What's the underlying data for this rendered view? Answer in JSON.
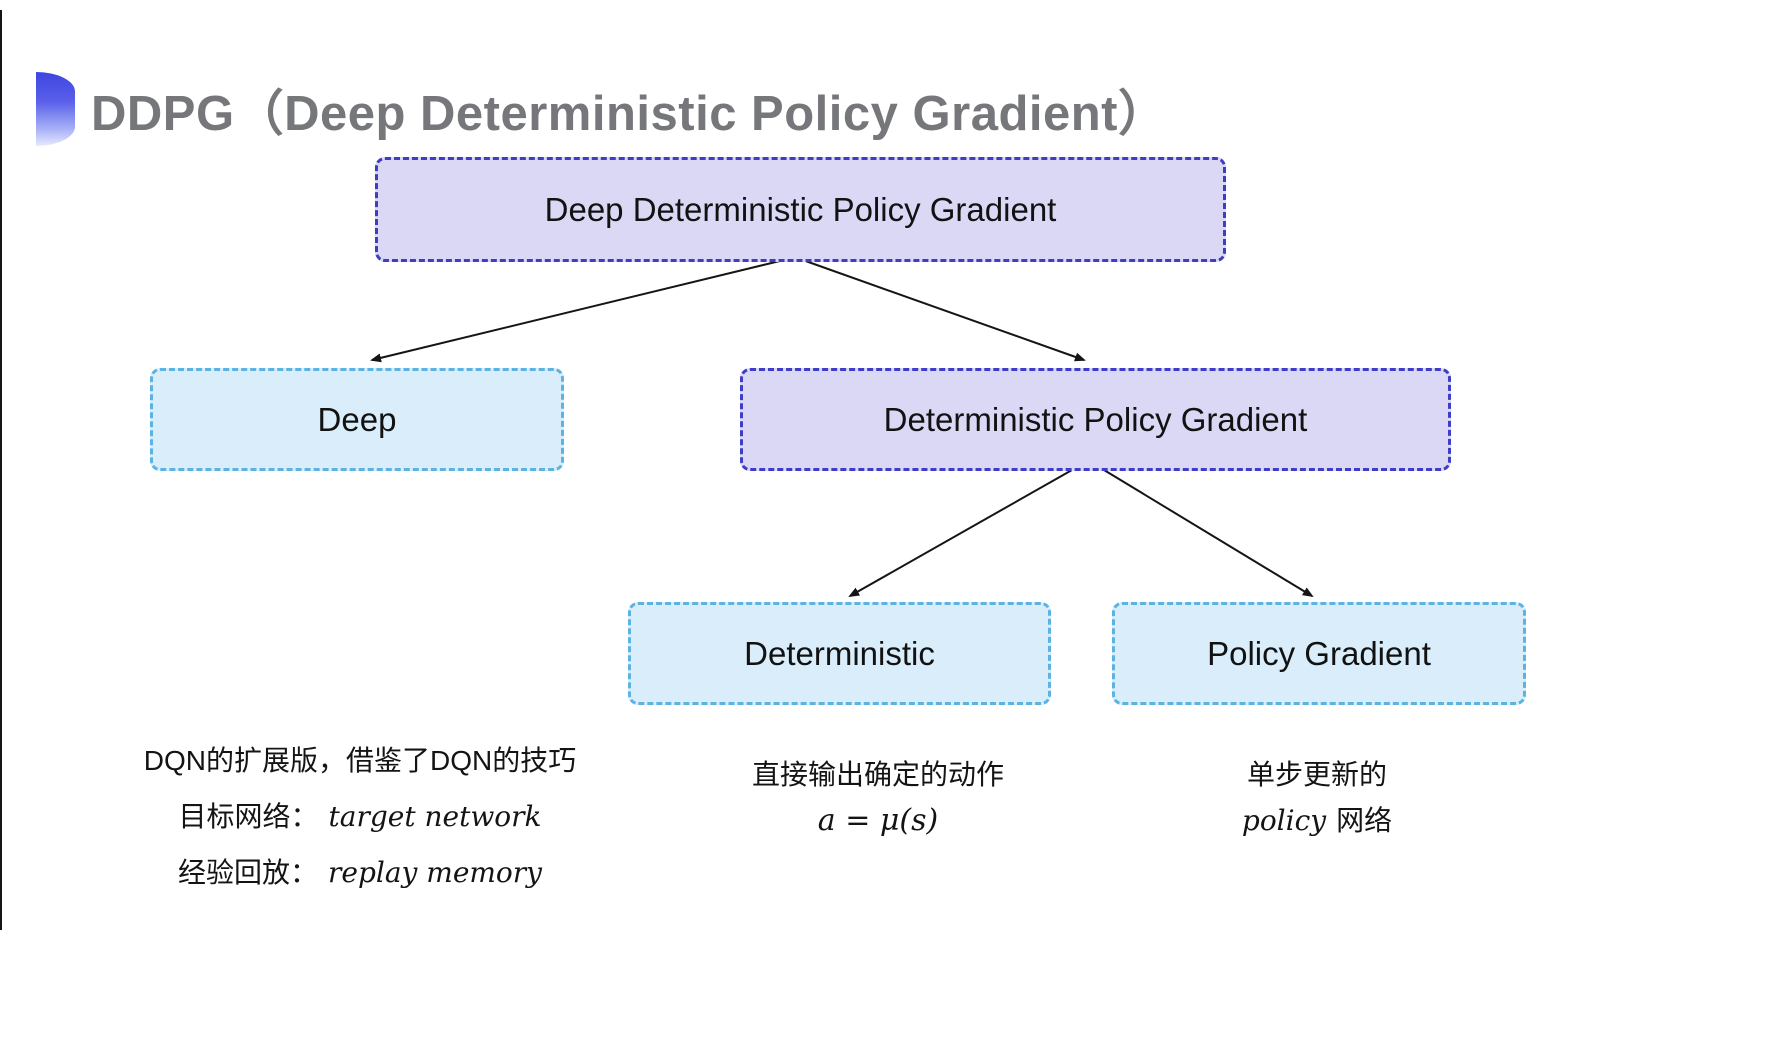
{
  "title": {
    "text": "DDPG（Deep Deterministic Policy Gradient）"
  },
  "colors": {
    "purple_fill": "#dbd8f6",
    "purple_border": "#3d3dc6",
    "blue_fill": "#d9eefa",
    "blue_border": "#5cb3e2",
    "title_gray": "#76777a",
    "arrow": "#151515",
    "icon_gradient_top": "#3d45e0",
    "icon_gradient_bottom": "#e6eafd"
  },
  "tree": {
    "root": "Deep Deterministic Policy Gradient",
    "deep": "Deep",
    "dpg": "Deterministic Policy Gradient",
    "deterministic": "Deterministic",
    "policy_gradient": "Policy Gradient"
  },
  "notes": {
    "deep": {
      "line1": "DQN的扩展版，借鉴了DQN的技巧",
      "target_label": "目标网络：",
      "target_value": "target network",
      "replay_label": "经验回放：",
      "replay_value": "replay memory"
    },
    "deterministic": {
      "line1": "直接输出确定的动作",
      "formula": "a = μ(s)"
    },
    "policy_gradient": {
      "line1": "单步更新的",
      "word_italic": "policy",
      "word_zh": "网络"
    }
  }
}
